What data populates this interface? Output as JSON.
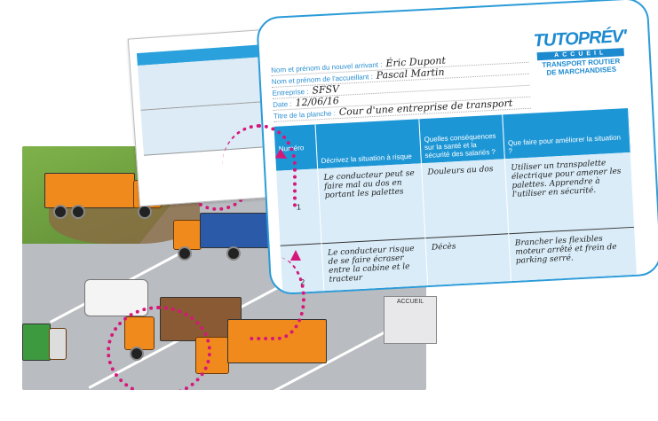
{
  "form": {
    "fields": [
      {
        "label": "Nom et prénom du nouvel arrivant :",
        "value": "Éric Dupont"
      },
      {
        "label": "Nom et prénom de l'accueillant :",
        "value": "Pascal Martin"
      },
      {
        "label": "Entreprise :",
        "value": "SFSV"
      },
      {
        "label": "Date :",
        "value": "12/06/16"
      },
      {
        "label": "Titre de la planche :",
        "value": "Cour d'une entreprise de transport"
      }
    ],
    "logo": {
      "name": "TUTOPRÉV'",
      "band": "ACCUEIL",
      "sub1": "TRANSPORT ROUTIER",
      "sub2": "DE MARCHANDISES"
    },
    "columns": [
      "Numéro",
      "Décrivez la situation à risque",
      "Quelles conséquences sur la santé et la sécurité des salariés ?",
      "Que faire pour améliorer la situation ?"
    ],
    "rows": [
      {
        "num": "1",
        "situation": "Le conducteur peut se faire mal au dos en portant les palettes",
        "consequence": "Douleurs au dos",
        "action": "Utiliser un transpalette électrique pour amener les palettes. Apprendre à l'utiliser en sécurité."
      },
      {
        "num": "2",
        "situation": "Le conducteur risque de se faire écraser entre la cabine et le tracteur",
        "consequence": "Décès",
        "action": "Brancher les flexibles moteur arrêté et frein de parking serré."
      }
    ]
  },
  "scene": {
    "sign": "ACCUEIL"
  },
  "colors": {
    "accent": "#1d96d6",
    "highlight": "#d6177a",
    "truck": "#f08a1c"
  }
}
